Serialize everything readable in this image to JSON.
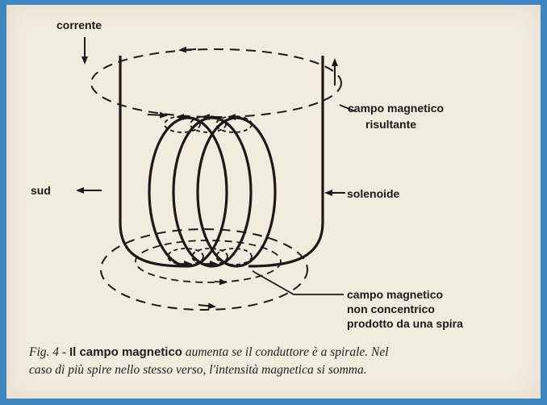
{
  "labels": {
    "corrente": "corrente",
    "campo_magnetico_risultante_1": "campo magnetico",
    "campo_magnetico_risultante_2": "risultante",
    "sud": "sud",
    "solenoide": "solenoide",
    "campo_non_concentrico_1": "campo magnetico",
    "campo_non_concentrico_2": "non concentrico",
    "campo_non_concentrico_3": "prodotto da una spira"
  },
  "caption": {
    "fig": "Fig. 4 - ",
    "bold": "Il campo magnetico",
    "rest_line1": " aumenta se il conduttore è a spirale. Nel",
    "line2": "caso di più spire nello stesso verso, l'intensità magnetica si somma."
  },
  "colors": {
    "border": "#3d86bf",
    "paper": "#f2ecdf",
    "ink": "#1a1a1a"
  }
}
